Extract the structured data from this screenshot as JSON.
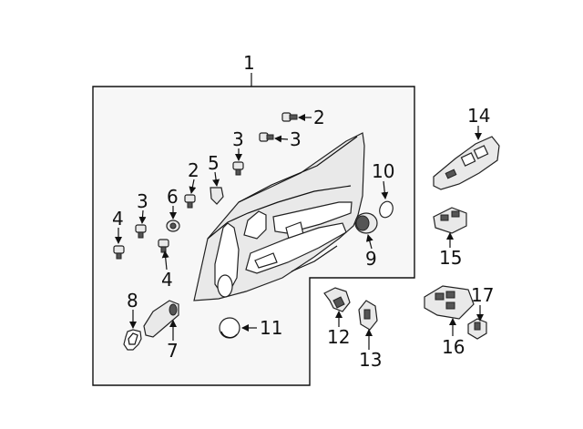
{
  "diagram": {
    "callouts": {
      "c1": "1",
      "c2a": "2",
      "c2b": "2",
      "c3a": "3",
      "c3b": "3",
      "c3c": "3",
      "c4a": "4",
      "c4b": "4",
      "c5": "5",
      "c6": "6",
      "c7": "7",
      "c8": "8",
      "c9": "9",
      "c10": "10",
      "c11": "11",
      "c12": "12",
      "c13": "13",
      "c14": "14",
      "c15": "15",
      "c16": "16",
      "c17": "17"
    }
  }
}
